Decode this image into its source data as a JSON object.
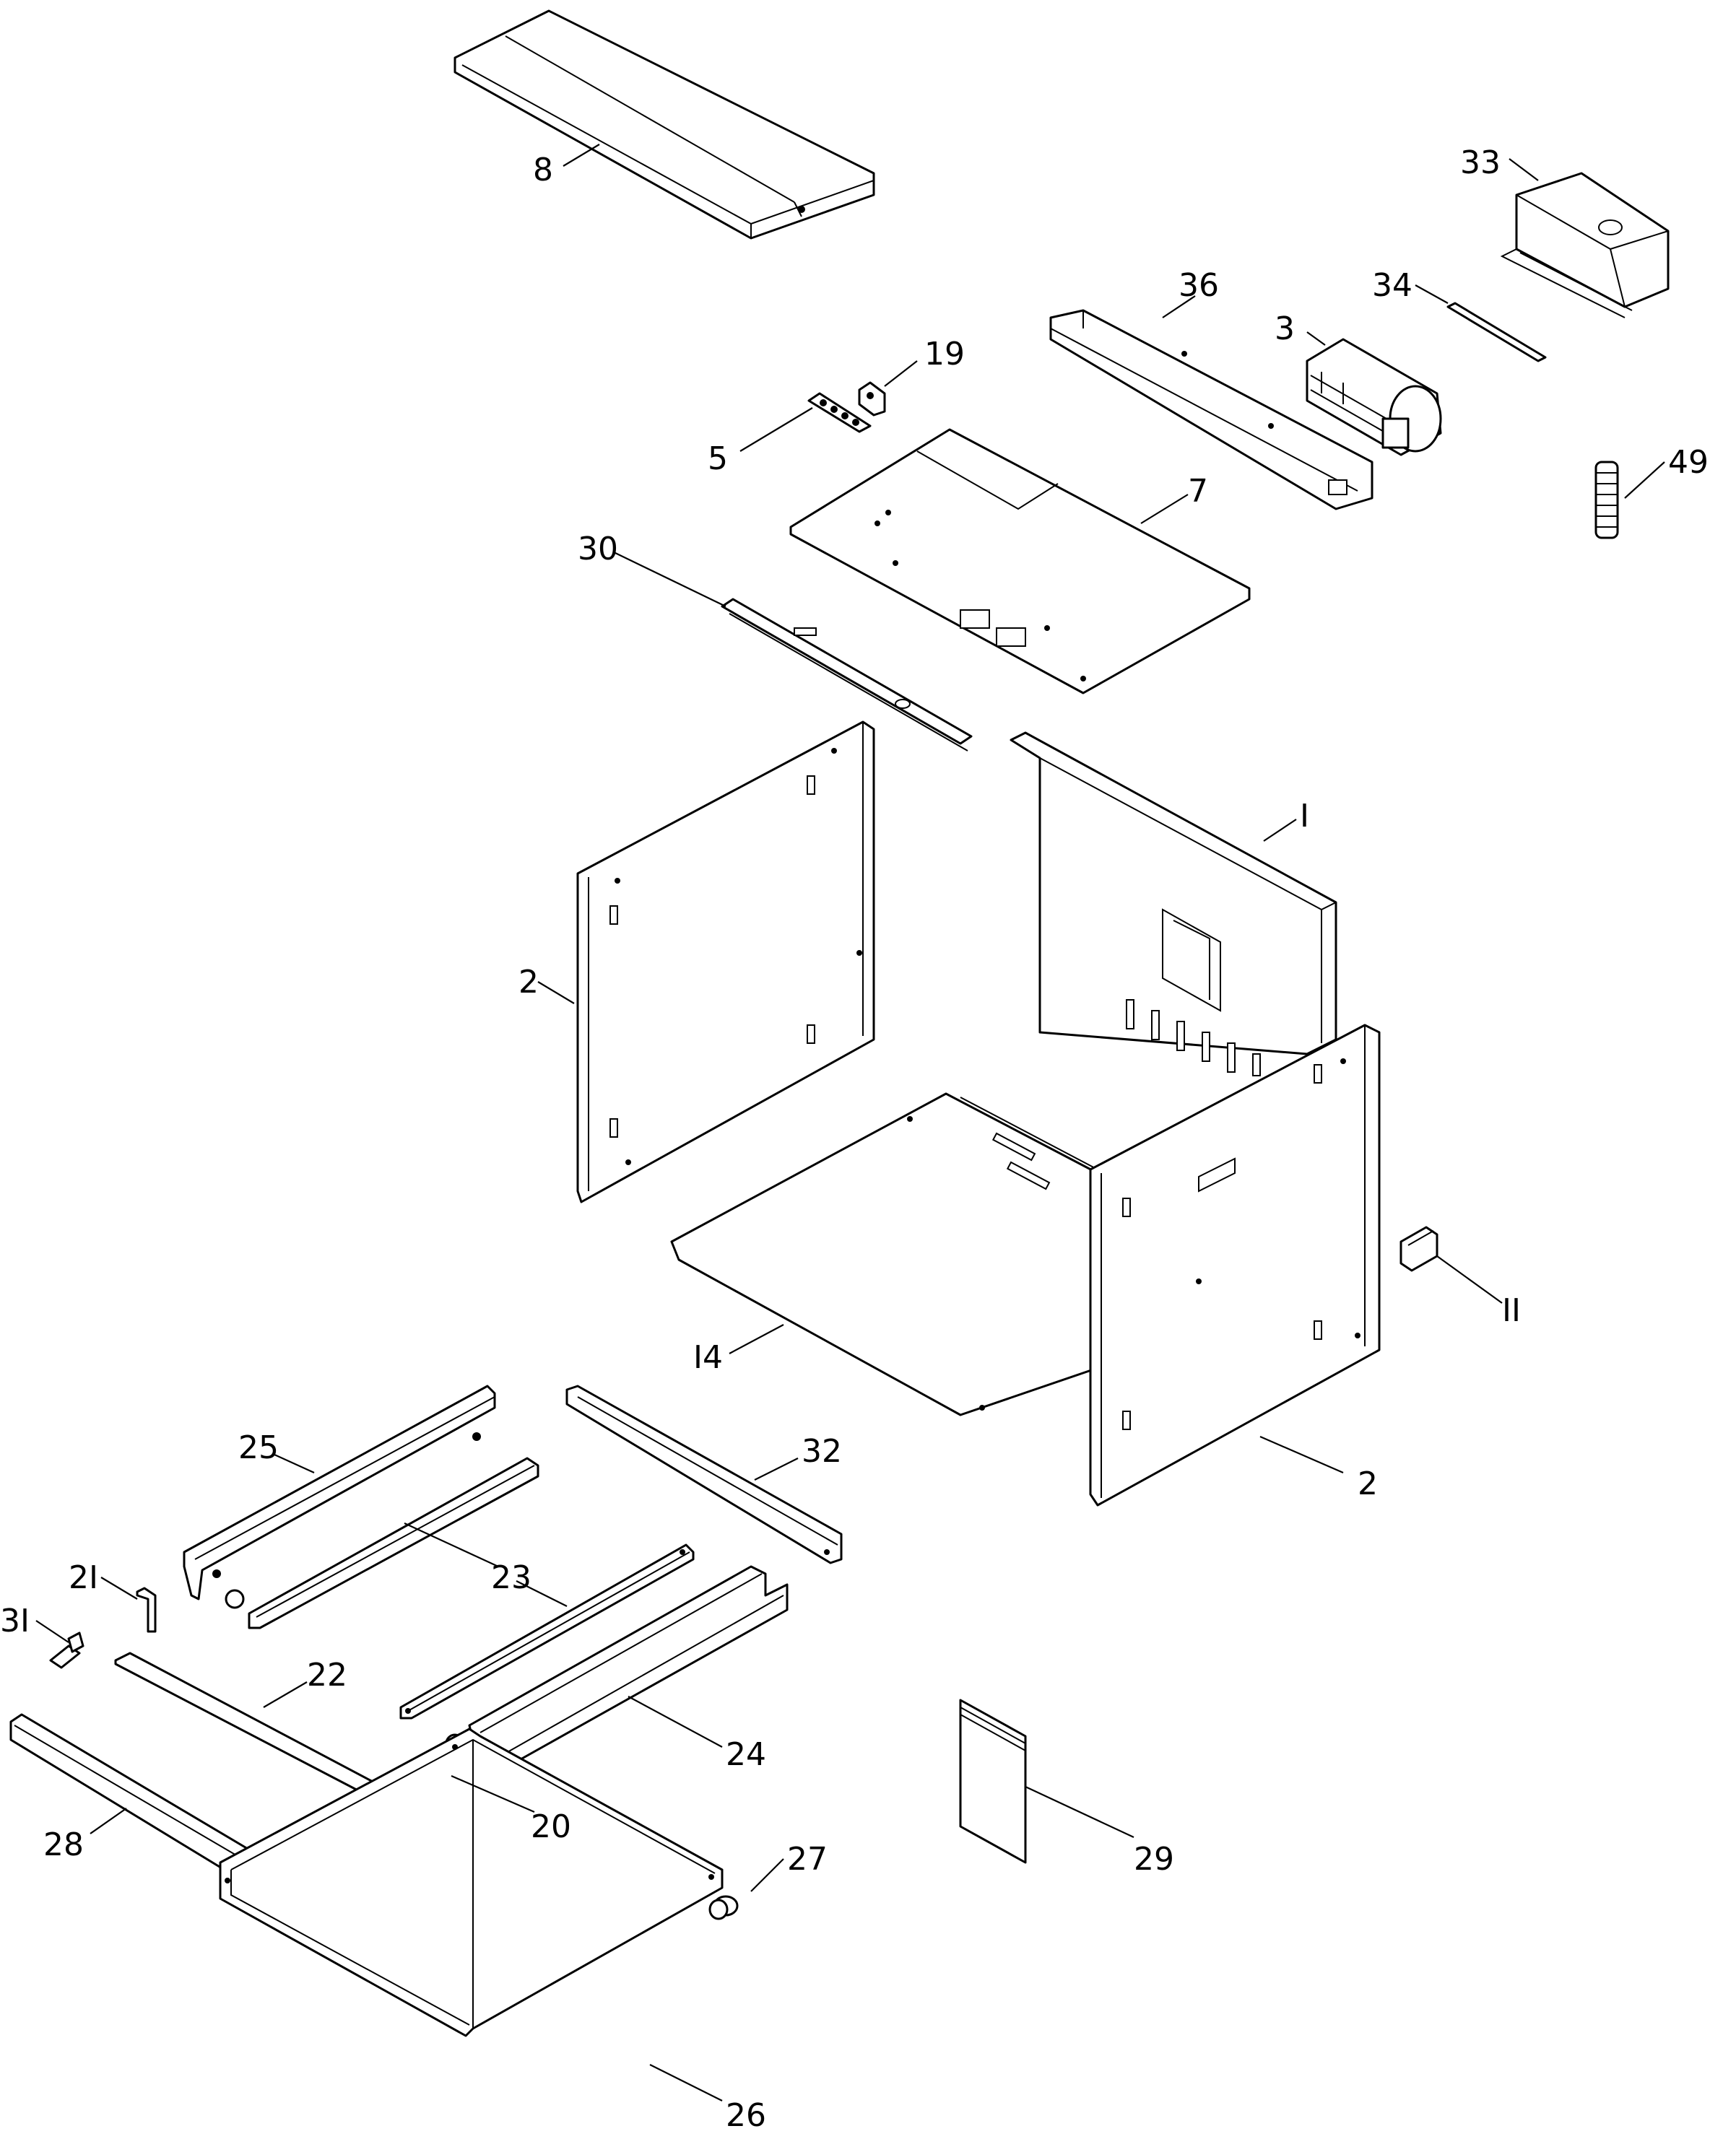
{
  "callouts": [
    {
      "id": "c8",
      "label": "8"
    },
    {
      "id": "c33",
      "label": "33"
    },
    {
      "id": "c36",
      "label": "36"
    },
    {
      "id": "c34",
      "label": "34"
    },
    {
      "id": "c3",
      "label": "3"
    },
    {
      "id": "c19",
      "label": "19"
    },
    {
      "id": "c5",
      "label": "5"
    },
    {
      "id": "c49",
      "label": "49"
    },
    {
      "id": "c7",
      "label": "7"
    },
    {
      "id": "c30",
      "label": "30"
    },
    {
      "id": "c1",
      "label": "I"
    },
    {
      "id": "c2a",
      "label": "2"
    },
    {
      "id": "c11",
      "label": "II"
    },
    {
      "id": "c14",
      "label": "I4"
    },
    {
      "id": "c25",
      "label": "25"
    },
    {
      "id": "c32",
      "label": "32"
    },
    {
      "id": "c2b",
      "label": "2"
    },
    {
      "id": "c21",
      "label": "2I"
    },
    {
      "id": "c23",
      "label": "23"
    },
    {
      "id": "c31",
      "label": "3I"
    },
    {
      "id": "c22",
      "label": "22"
    },
    {
      "id": "c24",
      "label": "24"
    },
    {
      "id": "c20",
      "label": "20"
    },
    {
      "id": "c28",
      "label": "28"
    },
    {
      "id": "c29",
      "label": "29"
    },
    {
      "id": "c27",
      "label": "27"
    },
    {
      "id": "c26",
      "label": "26"
    }
  ]
}
